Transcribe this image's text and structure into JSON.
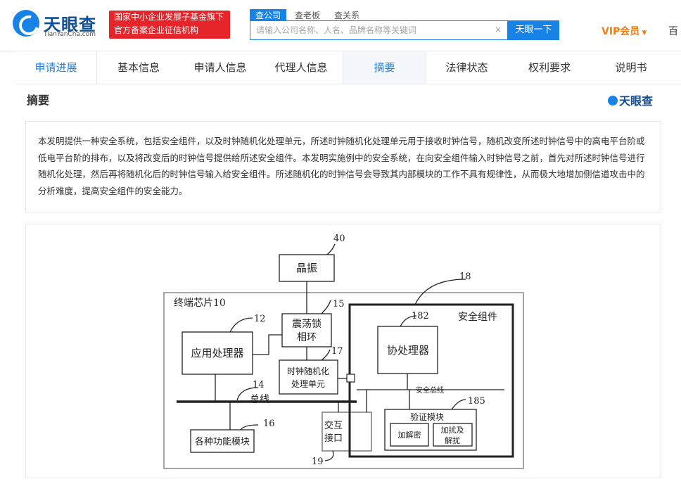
{
  "header": {
    "logo_name": "天眼查",
    "logo_sub": "TianYanCha.com",
    "badge_line1": "国家中小企业发展子基金旗下",
    "badge_line2": "官方备案企业征信机构",
    "search_tabs": [
      "查公司",
      "查老板",
      "查关系"
    ],
    "search_placeholder": "请输入公司名称、人名、品牌名称等关键词",
    "search_clear": "×",
    "search_button": "天眼一下",
    "vip_label": "VIP会员",
    "vip_caret": "▼",
    "more_label": "百"
  },
  "tabs": [
    {
      "label": "申请进展"
    },
    {
      "label": "基本信息"
    },
    {
      "label": "申请人信息"
    },
    {
      "label": "代理人信息"
    },
    {
      "label": "摘要"
    },
    {
      "label": "法律状态"
    },
    {
      "label": "权利要求"
    },
    {
      "label": "说明书"
    }
  ],
  "section": {
    "title": "摘要",
    "watermark": "天眼查",
    "abstract": "本发明提供一种安全系统，包括安全组件，以及时钟随机化处理单元，所述时钟随机化处理单元用于接收时钟信号，随机改变所述时钟信号中的高电平台阶或低电平台阶的排布，以及将改变后的时钟信号提供给所述安全组件。本发明实施例中的安全系统，在向安全组件输入时钟信号之前，首先对所述时钟信号进行随机化处理，然后再将随机化后的时钟信号输入给安全组件。所述随机化的时钟信号会导致其内部模块的工作不具有规律性，从而极大地增加侧信道攻击中的分析难度，提高安全组件的安全能力。"
  },
  "figure": {
    "ref_40": "40",
    "crystal": "晶振",
    "chip": "终端芯片10",
    "ref_15": "15",
    "pll_line1": "震荡锁",
    "pll_line2": "相环",
    "ref_12": "12",
    "app_processor": "应用处理器",
    "ref_17": "17",
    "clock_line1": "时钟随机化",
    "clock_line2": "处理单元",
    "ref_14": "14",
    "bus": "总线",
    "ref_16": "16",
    "modules": "各种功能模块",
    "io_line1": "交互",
    "io_line2": "接口",
    "ref_19": "19",
    "ref_18": "18",
    "security": "安全组件",
    "ref_182": "182",
    "coprocessor": "协处理器",
    "secure_bus": "安全总线",
    "ref_185": "185",
    "verify": "验证模块",
    "crypto": "加解密",
    "scramble_line1": "加扰及",
    "scramble_line2": "解扰"
  }
}
